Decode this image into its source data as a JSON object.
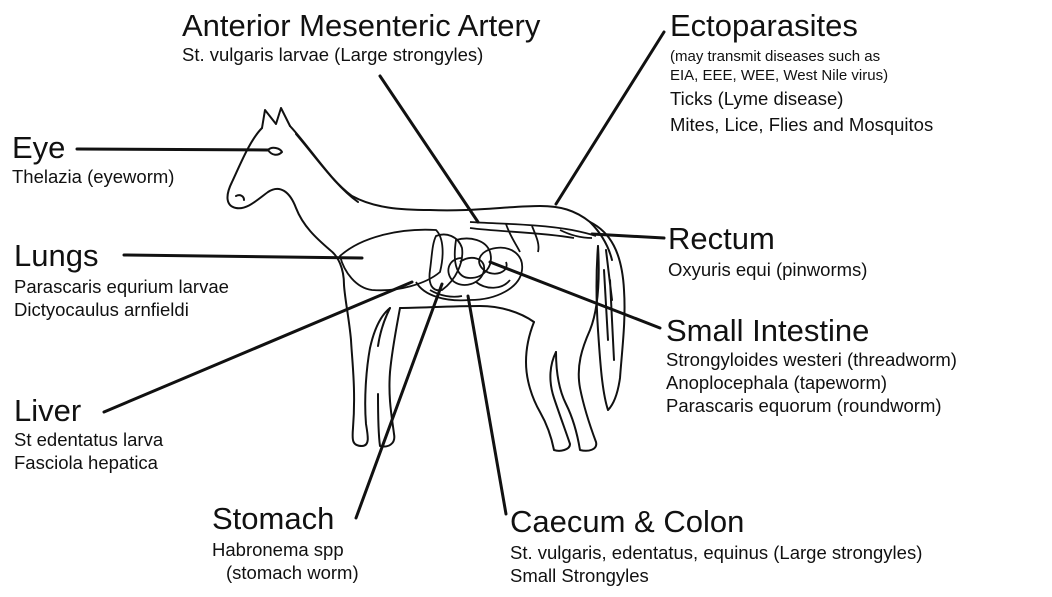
{
  "labels": {
    "anterior_mesenteric_artery": {
      "title": "Anterior Mesenteric Artery",
      "lines": [
        "St. vulgaris larvae (Large strongyles)"
      ]
    },
    "ectoparasites": {
      "title": "Ectoparasites",
      "note": [
        "(may transmit diseases such as",
        "EIA, EEE, WEE, West Nile virus)"
      ],
      "lines": [
        "Ticks (Lyme disease)",
        "Mites, Lice, Flies and Mosquitos"
      ]
    },
    "eye": {
      "title": "Eye",
      "lines": [
        "Thelazia (eyeworm)"
      ]
    },
    "lungs": {
      "title": "Lungs",
      "lines": [
        "Parascaris equrium larvae",
        "Dictyocaulus arnfieldi"
      ]
    },
    "rectum": {
      "title": "Rectum",
      "lines": [
        "Oxyuris equi (pinworms)"
      ]
    },
    "small_intestine": {
      "title": "Small Intestine",
      "lines": [
        "Strongyloides westeri (threadworm)",
        "Anoplocephala (tapeworm)",
        "Parascaris equorum (roundworm)"
      ]
    },
    "liver": {
      "title": "Liver",
      "lines": [
        "St edentatus larva",
        "Fasciola hepatica"
      ]
    },
    "stomach": {
      "title": "Stomach",
      "lines": [
        "Habronema spp",
        "(stomach worm)"
      ]
    },
    "caecum_colon": {
      "title": "Caecum & Colon",
      "lines": [
        "St. vulgaris, edentatus, equinus (Large strongyles)",
        "Small Strongyles"
      ]
    }
  }
}
